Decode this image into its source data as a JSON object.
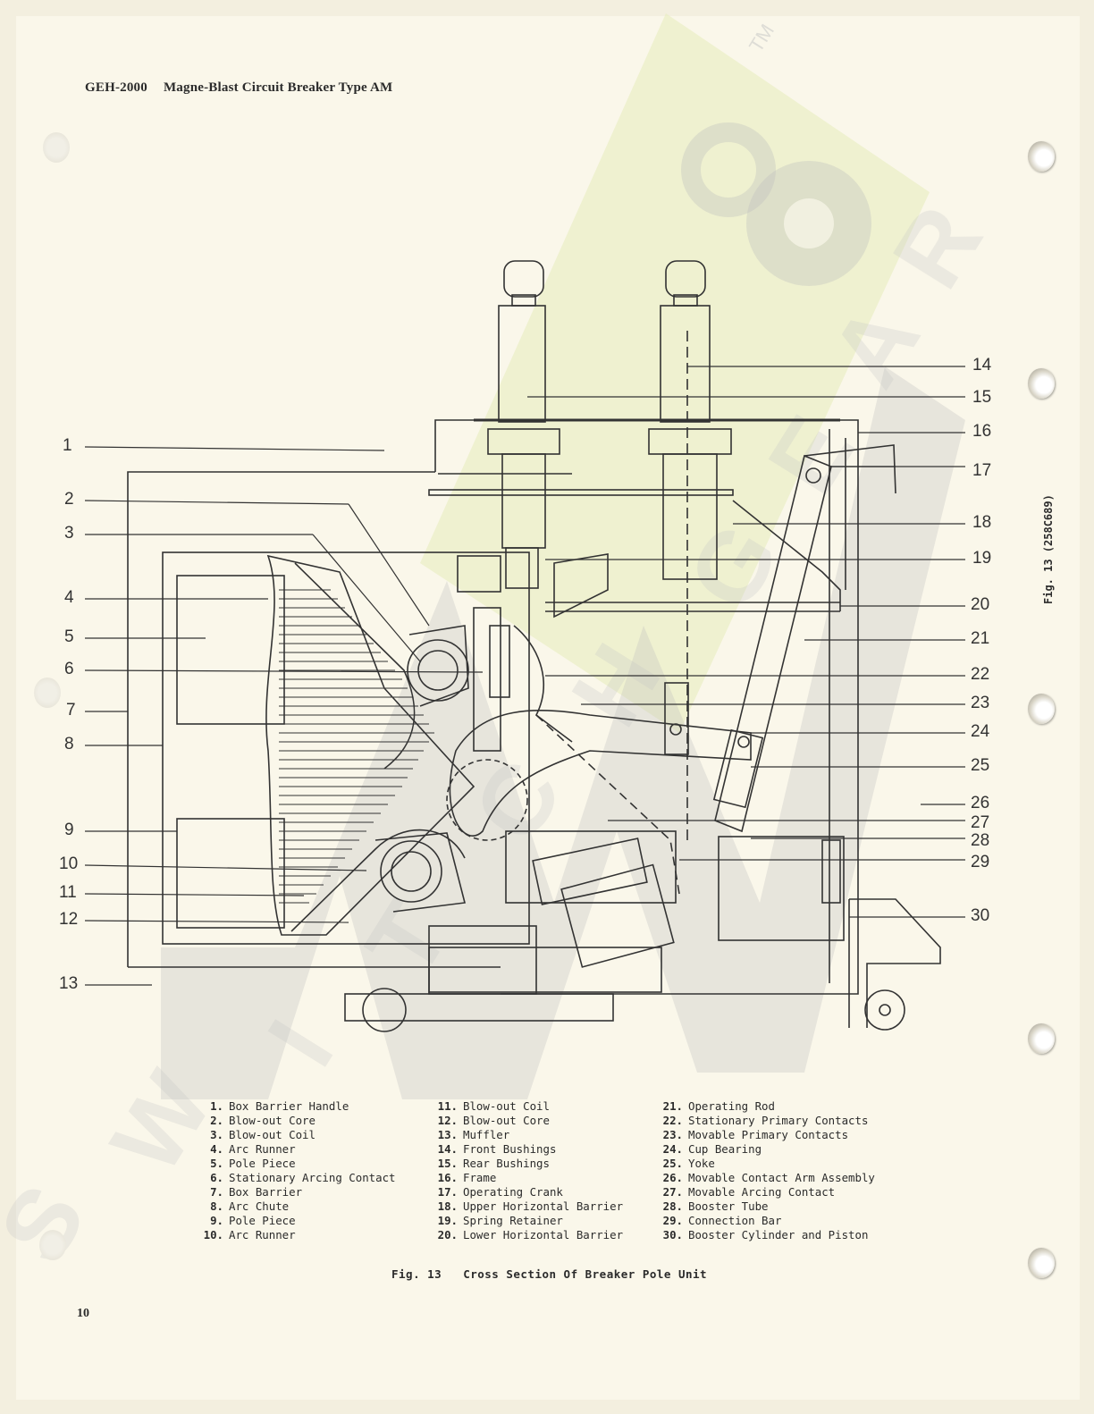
{
  "header": {
    "doc_id": "GEH-2000",
    "title": "Magne-Blast Circuit Breaker Type AM"
  },
  "callouts_left": [
    "1",
    "2",
    "3",
    "4",
    "5",
    "6",
    "7",
    "8",
    "9",
    "10",
    "11",
    "12",
    "13"
  ],
  "callouts_right": [
    "14",
    "15",
    "16",
    "17",
    "18",
    "19",
    "20",
    "21",
    "22",
    "23",
    "24",
    "25",
    "26",
    "27",
    "28",
    "29",
    "30"
  ],
  "legend": {
    "col1": [
      {
        "num": "1.",
        "label": "Box Barrier Handle"
      },
      {
        "num": "2.",
        "label": "Blow-out Core"
      },
      {
        "num": "3.",
        "label": "Blow-out Coil"
      },
      {
        "num": "4.",
        "label": "Arc Runner"
      },
      {
        "num": "5.",
        "label": "Pole Piece"
      },
      {
        "num": "6.",
        "label": "Stationary Arcing Contact"
      },
      {
        "num": "7.",
        "label": "Box Barrier"
      },
      {
        "num": "8.",
        "label": "Arc Chute"
      },
      {
        "num": "9.",
        "label": "Pole Piece"
      },
      {
        "num": "10.",
        "label": "Arc Runner"
      }
    ],
    "col2": [
      {
        "num": "11.",
        "label": "Blow-out Coil"
      },
      {
        "num": "12.",
        "label": "Blow-out Core"
      },
      {
        "num": "13.",
        "label": "Muffler"
      },
      {
        "num": "14.",
        "label": "Front Bushings"
      },
      {
        "num": "15.",
        "label": "Rear Bushings"
      },
      {
        "num": "16.",
        "label": "Frame"
      },
      {
        "num": "17.",
        "label": "Operating Crank"
      },
      {
        "num": "18.",
        "label": "Upper Horizontal Barrier"
      },
      {
        "num": "19.",
        "label": "Spring Retainer"
      },
      {
        "num": "20.",
        "label": "Lower Horizontal Barrier"
      }
    ],
    "col3": [
      {
        "num": "21.",
        "label": "Operating Rod"
      },
      {
        "num": "22.",
        "label": "Stationary Primary Contacts"
      },
      {
        "num": "23.",
        "label": "Movable Primary Contacts"
      },
      {
        "num": "24.",
        "label": "Cup Bearing"
      },
      {
        "num": "25.",
        "label": "Yoke"
      },
      {
        "num": "26.",
        "label": "Movable Contact Arm Assembly"
      },
      {
        "num": "27.",
        "label": "Movable Arcing Contact"
      },
      {
        "num": "28.",
        "label": "Booster Tube"
      },
      {
        "num": "29.",
        "label": "Connection Bar"
      },
      {
        "num": "30.",
        "label": "Booster Cylinder and Piston"
      }
    ]
  },
  "caption": {
    "fig": "Fig. 13",
    "text": "Cross Section Of Breaker Pole Unit"
  },
  "side_label": "Fig. 13  (258C689)",
  "page_number": "10",
  "colors": {
    "paper": "#faf7ea",
    "ink": "#2b2b2b",
    "watermark_gray": "#c9c9c9",
    "watermark_green": "#e4ecb4"
  }
}
